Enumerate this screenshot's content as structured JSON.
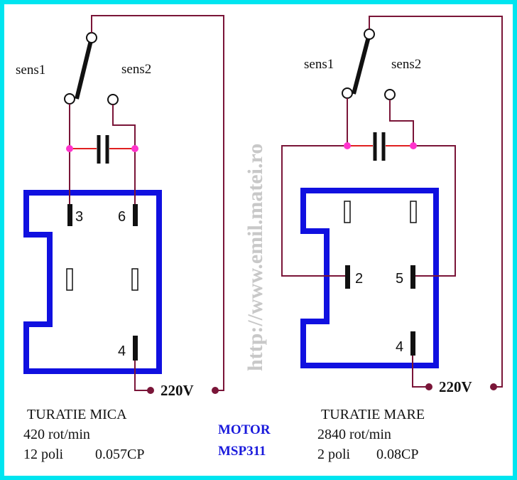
{
  "watermark": "http://www.emil.matei.ro",
  "left": {
    "sens1": "sens1",
    "sens2": "sens2",
    "pin_top_left": "3",
    "pin_top_right": "6",
    "pin_bottom": "4",
    "voltage": "220V",
    "title": "TURATIE MICA",
    "speed": "420 rot/min",
    "poles": "12 poli",
    "power": "0.057CP"
  },
  "right": {
    "sens1": "sens1",
    "sens2": "sens2",
    "pin_mid_left": "2",
    "pin_mid_right": "5",
    "pin_bottom": "4",
    "voltage": "220V",
    "title": "TURATIE MARE",
    "speed": "2840 rot/min",
    "poles": "2 poli",
    "power": "0.08CP"
  },
  "motor": {
    "line1": "MOTOR",
    "line2": "MSP311"
  },
  "colors": {
    "background": "#00e5f0",
    "motor_outline": "#1010e0",
    "wire": "#7a1538",
    "capacitor_link": "#e02020",
    "junction": "#ff33cc",
    "motor_label": "#1a1adc"
  }
}
